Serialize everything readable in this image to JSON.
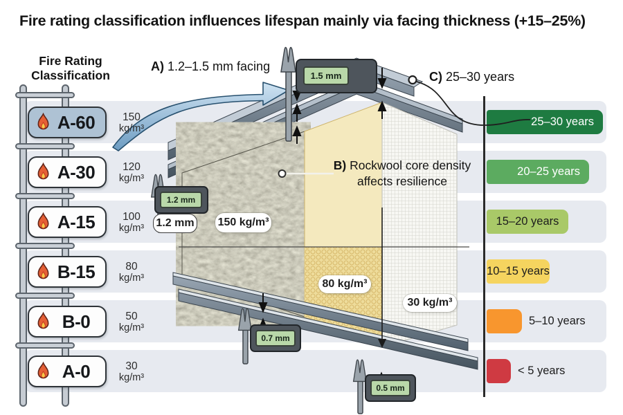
{
  "title": "Fire rating classification influences lifespan mainly via facing thickness (+15–25%)",
  "legend": {
    "line1": "Fire Rating",
    "line2": "Classification"
  },
  "ratings": [
    {
      "code": "A-60",
      "density": "150",
      "unit": "kg/m³",
      "highlight": true
    },
    {
      "code": "A-30",
      "density": "120",
      "unit": "kg/m³",
      "highlight": false
    },
    {
      "code": "A-15",
      "density": "100",
      "unit": "kg/m³",
      "highlight": false
    },
    {
      "code": "B-15",
      "density": "80",
      "unit": "kg/m³",
      "highlight": false
    },
    {
      "code": "B-0",
      "density": "50",
      "unit": "kg/m³",
      "highlight": false
    },
    {
      "code": "A-0",
      "density": "30",
      "unit": "kg/m³",
      "highlight": false
    }
  ],
  "annotations": {
    "a_prefix": "A)",
    "a_text": " 1.2–1.5 mm facing",
    "b_prefix": "B)",
    "b_line1": " Rockwool core density",
    "b_line2": "affects resilience",
    "c_prefix": "C)",
    "c_text": " 25–30 years"
  },
  "panel": {
    "core_density_labels": [
      "150 kg/m³",
      "80 kg/m³",
      "30 kg/m³"
    ],
    "facing_thickness_label": "1.2 mm",
    "caliper_readings": [
      "1.5 mm",
      "1.2 mm",
      "0.7 mm",
      "0.5 mm"
    ]
  },
  "lifespan_bars": [
    {
      "label": "25–30 years",
      "color": "#1e7b41",
      "width": 168,
      "inside": true,
      "text_color": "#ffffff"
    },
    {
      "label": "20–25 years",
      "color": "#5cab60",
      "width": 148,
      "inside": true,
      "text_color": "#ffffff"
    },
    {
      "label": "15–20 years",
      "color": "#a9c968",
      "width": 118,
      "inside": true,
      "text_color": "#1d1d1d"
    },
    {
      "label": "10–15 years",
      "color": "#f5d45f",
      "width": 91,
      "inside": true,
      "text_color": "#1d1d1d"
    },
    {
      "label": "5–10 years",
      "color": "#f8962e",
      "width": 51,
      "inside": false,
      "text_color": "#1c1c1c"
    },
    {
      "label": "< 5 years",
      "color": "#cf3a42",
      "width": 35,
      "inside": false,
      "text_color": "#1c1c1c"
    }
  ],
  "colors": {
    "band": "#e7eaf0",
    "badge_highlight": "#aec2d4",
    "caliper_screen": "#b9d8a9"
  }
}
